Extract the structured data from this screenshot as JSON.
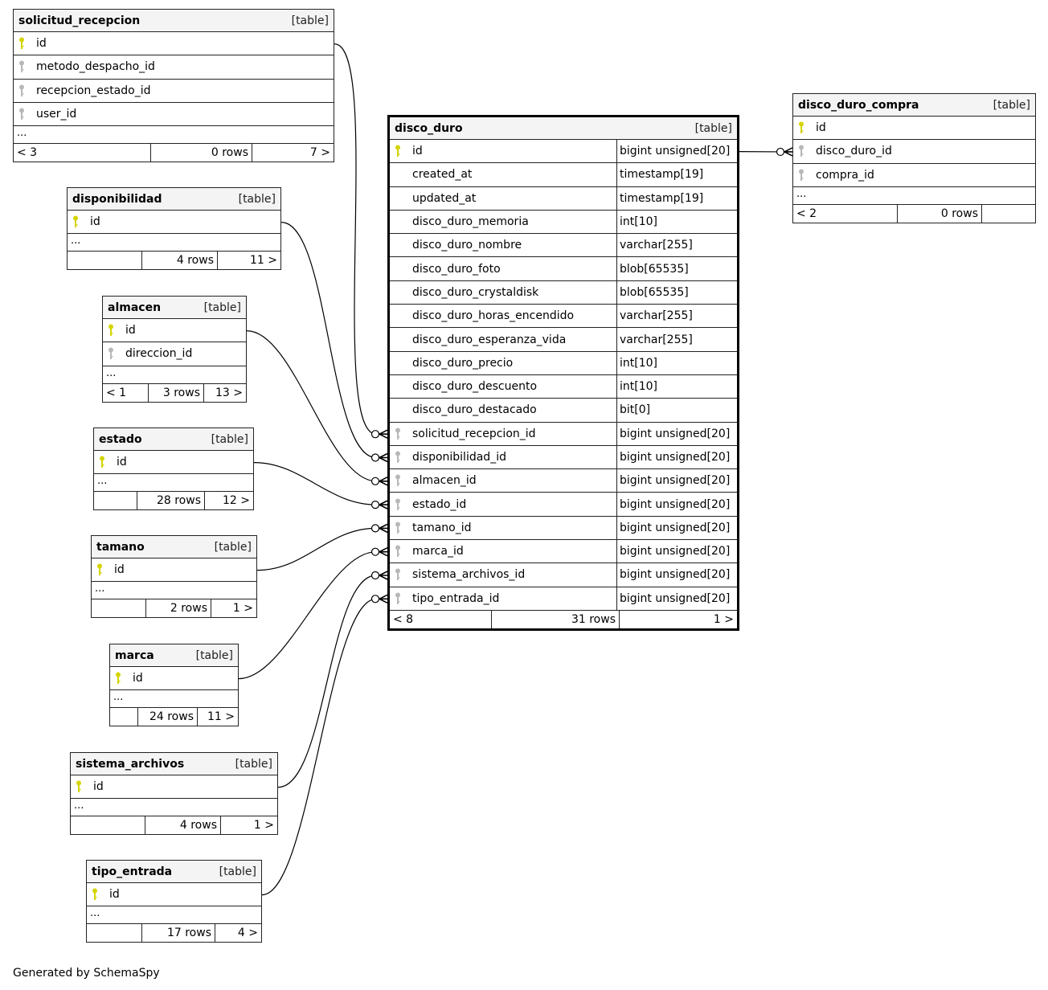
{
  "tables": {
    "solicitud_recepcion": {
      "name": "solicitud_recepcion",
      "kind": "[table]",
      "columns": [
        {
          "name": "id",
          "key": "primary"
        },
        {
          "name": "metodo_despacho_id",
          "key": "foreign"
        },
        {
          "name": "recepcion_estado_id",
          "key": "foreign"
        },
        {
          "name": "user_id",
          "key": "foreign"
        }
      ],
      "ellipsis": "...",
      "footer": {
        "parents": "< 3",
        "rows": "0 rows",
        "children": "7 >"
      }
    },
    "disponibilidad": {
      "name": "disponibilidad",
      "kind": "[table]",
      "columns": [
        {
          "name": "id",
          "key": "primary"
        }
      ],
      "ellipsis": "...",
      "footer": {
        "parents": "",
        "rows": "4 rows",
        "children": "11 >"
      }
    },
    "almacen": {
      "name": "almacen",
      "kind": "[table]",
      "columns": [
        {
          "name": "id",
          "key": "primary"
        },
        {
          "name": "direccion_id",
          "key": "foreign"
        }
      ],
      "ellipsis": "...",
      "footer": {
        "parents": "< 1",
        "rows": "3 rows",
        "children": "13 >"
      }
    },
    "estado": {
      "name": "estado",
      "kind": "[table]",
      "columns": [
        {
          "name": "id",
          "key": "primary"
        }
      ],
      "ellipsis": "...",
      "footer": {
        "parents": "",
        "rows": "28 rows",
        "children": "12 >"
      }
    },
    "tamano": {
      "name": "tamano",
      "kind": "[table]",
      "columns": [
        {
          "name": "id",
          "key": "primary"
        }
      ],
      "ellipsis": "...",
      "footer": {
        "parents": "",
        "rows": "2 rows",
        "children": "1 >"
      }
    },
    "marca": {
      "name": "marca",
      "kind": "[table]",
      "columns": [
        {
          "name": "id",
          "key": "primary"
        }
      ],
      "ellipsis": "...",
      "footer": {
        "parents": "",
        "rows": "24 rows",
        "children": "11 >"
      }
    },
    "sistema_archivos": {
      "name": "sistema_archivos",
      "kind": "[table]",
      "columns": [
        {
          "name": "id",
          "key": "primary"
        }
      ],
      "ellipsis": "...",
      "footer": {
        "parents": "",
        "rows": "4 rows",
        "children": "1 >"
      }
    },
    "tipo_entrada": {
      "name": "tipo_entrada",
      "kind": "[table]",
      "columns": [
        {
          "name": "id",
          "key": "primary"
        }
      ],
      "ellipsis": "...",
      "footer": {
        "parents": "",
        "rows": "17 rows",
        "children": "4 >"
      }
    },
    "disco_duro": {
      "name": "disco_duro",
      "kind": "[table]",
      "columns": [
        {
          "name": "id",
          "type": "bigint unsigned[20]",
          "key": "primary"
        },
        {
          "name": "created_at",
          "type": "timestamp[19]",
          "key": "none"
        },
        {
          "name": "updated_at",
          "type": "timestamp[19]",
          "key": "none"
        },
        {
          "name": "disco_duro_memoria",
          "type": "int[10]",
          "key": "none"
        },
        {
          "name": "disco_duro_nombre",
          "type": "varchar[255]",
          "key": "none"
        },
        {
          "name": "disco_duro_foto",
          "type": "blob[65535]",
          "key": "none"
        },
        {
          "name": "disco_duro_crystaldisk",
          "type": "blob[65535]",
          "key": "none"
        },
        {
          "name": "disco_duro_horas_encendido",
          "type": "varchar[255]",
          "key": "none"
        },
        {
          "name": "disco_duro_esperanza_vida",
          "type": "varchar[255]",
          "key": "none"
        },
        {
          "name": "disco_duro_precio",
          "type": "int[10]",
          "key": "none"
        },
        {
          "name": "disco_duro_descuento",
          "type": "int[10]",
          "key": "none"
        },
        {
          "name": "disco_duro_destacado",
          "type": "bit[0]",
          "key": "none"
        },
        {
          "name": "solicitud_recepcion_id",
          "type": "bigint unsigned[20]",
          "key": "foreign"
        },
        {
          "name": "disponibilidad_id",
          "type": "bigint unsigned[20]",
          "key": "foreign"
        },
        {
          "name": "almacen_id",
          "type": "bigint unsigned[20]",
          "key": "foreign"
        },
        {
          "name": "estado_id",
          "type": "bigint unsigned[20]",
          "key": "foreign"
        },
        {
          "name": "tamano_id",
          "type": "bigint unsigned[20]",
          "key": "foreign"
        },
        {
          "name": "marca_id",
          "type": "bigint unsigned[20]",
          "key": "foreign"
        },
        {
          "name": "sistema_archivos_id",
          "type": "bigint unsigned[20]",
          "key": "foreign"
        },
        {
          "name": "tipo_entrada_id",
          "type": "bigint unsigned[20]",
          "key": "foreign"
        }
      ],
      "footer": {
        "parents": "< 8",
        "rows": "31 rows",
        "children": "1 >"
      }
    },
    "disco_duro_compra": {
      "name": "disco_duro_compra",
      "kind": "[table]",
      "columns": [
        {
          "name": "id",
          "key": "primary"
        },
        {
          "name": "disco_duro_id",
          "key": "foreign"
        },
        {
          "name": "compra_id",
          "key": "foreign"
        }
      ],
      "ellipsis": "...",
      "footer": {
        "parents": "< 2",
        "rows": "0 rows",
        "children": ""
      }
    }
  },
  "relationships": [
    {
      "from": "solicitud_recepcion.id",
      "to": "disco_duro.solicitud_recepcion_id",
      "cardinality": "one-to-zero-or-many"
    },
    {
      "from": "disponibilidad.id",
      "to": "disco_duro.disponibilidad_id",
      "cardinality": "one-to-zero-or-many"
    },
    {
      "from": "almacen.id",
      "to": "disco_duro.almacen_id",
      "cardinality": "one-to-zero-or-many"
    },
    {
      "from": "estado.id",
      "to": "disco_duro.estado_id",
      "cardinality": "one-to-zero-or-many"
    },
    {
      "from": "tamano.id",
      "to": "disco_duro.tamano_id",
      "cardinality": "one-to-zero-or-many"
    },
    {
      "from": "marca.id",
      "to": "disco_duro.marca_id",
      "cardinality": "one-to-zero-or-many"
    },
    {
      "from": "sistema_archivos.id",
      "to": "disco_duro.sistema_archivos_id",
      "cardinality": "one-to-zero-or-many"
    },
    {
      "from": "tipo_entrada.id",
      "to": "disco_duro.tipo_entrada_id",
      "cardinality": "one-to-zero-or-many"
    },
    {
      "from": "disco_duro.id",
      "to": "disco_duro_compra.disco_duro_id",
      "cardinality": "one-to-zero-or-many"
    }
  ],
  "colors": {
    "primary_key": "#d4d400",
    "foreign_key": "#b8b8b8",
    "header_bg": "#f4f4f4"
  },
  "credit": "Generated by SchemaSpy"
}
